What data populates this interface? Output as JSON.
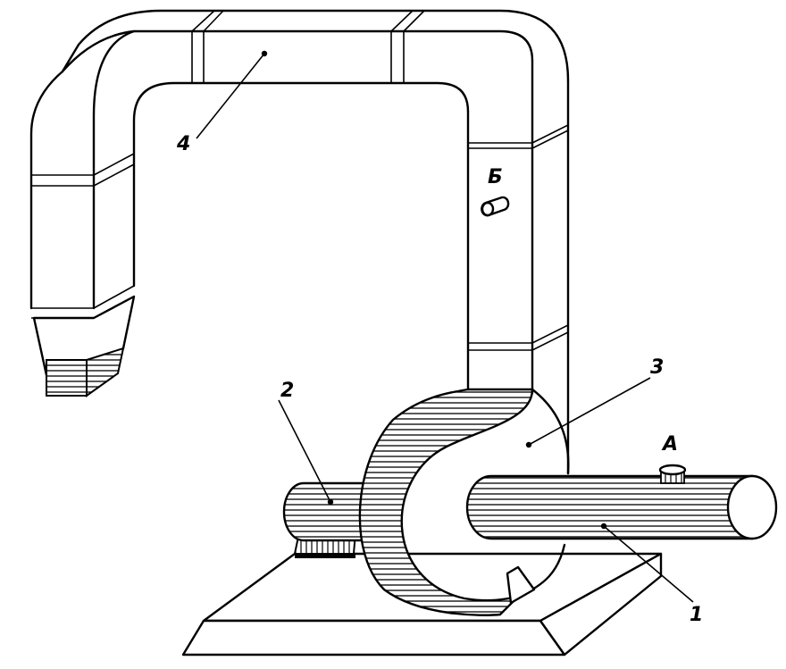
{
  "labels": {
    "part_1": "1",
    "part_2": "2",
    "part_3": "3",
    "part_4": "4",
    "point_a": "А",
    "point_b": "Б"
  },
  "colors": {
    "line": "#000000",
    "background": "#ffffff"
  }
}
